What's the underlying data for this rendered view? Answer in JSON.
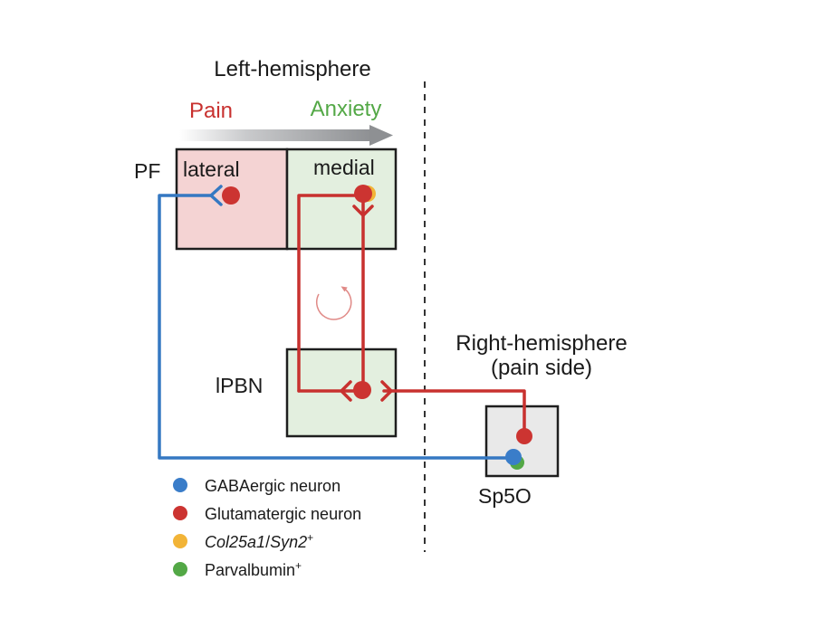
{
  "title": "Left-hemisphere",
  "gradient": {
    "left_label": "Pain",
    "right_label": "Anxiety"
  },
  "pf": {
    "label": "PF",
    "lateral": "lateral",
    "medial": "medial"
  },
  "ipbn": {
    "label": "lPBN"
  },
  "right_hemisphere": {
    "line1": "Right-hemisphere",
    "line2": "(pain side)"
  },
  "sp5o": {
    "label": "Sp5O"
  },
  "legend": [
    {
      "label": "GABAergic neuron",
      "color": "#3a7dc9"
    },
    {
      "label": "Glutamatergic neuron",
      "color": "#cc3431"
    },
    {
      "label_a": "Col25a1",
      "label_sep": "/",
      "label_b": "Syn2",
      "sup": "+",
      "color": "#f2b437"
    },
    {
      "label": "Parvalbumin",
      "sup": "+",
      "color": "#53a846"
    }
  ],
  "colors": {
    "pain": "#c8312f",
    "anxiety": "#53a846",
    "gaba": "#3a7dc9",
    "glutamate": "#cc3431",
    "col25a1": "#f2b437",
    "parvalbumin": "#53a846",
    "lateral_fill": "#f4d3d3",
    "medial_fill": "#e3efdf",
    "ipbn_fill": "#e3efdf",
    "sp5o_fill": "#e9e9e9"
  }
}
